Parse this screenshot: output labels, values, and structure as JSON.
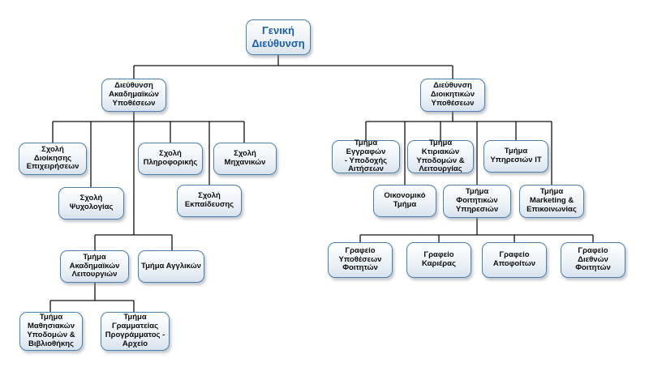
{
  "org": {
    "root": "Γενική\nΔιεύθυνση",
    "academic": "Διεύθυνση\nΑκαδημαϊκών\nΥποθέσεων",
    "admin": "Διεύθυνση\nΔιοικητικών\nΥποθέσεων",
    "school_business": "Σχολή Διοίκησης\nΕπιχειρήσεων",
    "school_psychology": "Σχολή\nΨυχολογίας",
    "school_informatics": "Σχολή\nΠληροφορικής",
    "school_education": "Σχολή\nΕκπαίδευσης",
    "school_engineering": "Σχολή\nΜηχανικών",
    "dept_academic_ops": "Τμήμα\nΑκαδημαϊκών\nΛειτουργιών",
    "dept_english": "Τμήμα Αγγλικών",
    "dept_learning": "Τμήμα\nΜαθησιακών\nΥποδομών &\nΒιβλιοθήκης",
    "dept_secretariat": "Τμήμα\nΓραμματείας\nΠρογράμματος -\nΑρχείο",
    "dept_registration": "Τμήμα Εγγραφών\n- Υποδοχής\nΑιτήσεων",
    "dept_buildings": "Τμήμα Κτιριακών\nΥποδομών &\nΛειτουργίας",
    "dept_it": "Τμήμα\nΥπηρεσιών IT",
    "dept_finance": "Οικονομικό\nΤμήμα",
    "dept_student_services": "Τμήμα Φοιτητικών\nΥπηρεσιών",
    "dept_marketing": "Τμήμα\nMarketing &\nΕπικοινωνίας",
    "office_student_affairs": "Γραφείο\nΥποθέσεων\nΦοιτητών",
    "office_careers": "Γραφείο\nΚαριέρας",
    "office_alumni": "Γραφείο\nΑποφοίτων",
    "office_international": "Γραφείο\nΔιεθνών\nΦοιτητών"
  }
}
